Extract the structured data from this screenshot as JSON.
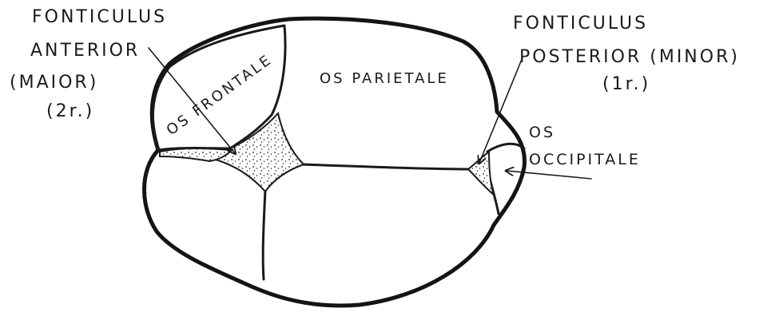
{
  "labels": {
    "anterior_fontanelle": {
      "line1": "FONTICULUS",
      "line2": "ANTERIOR",
      "line3": "(MAIOR)",
      "line4": "(2r.)"
    },
    "posterior_fontanelle": {
      "line1": "FONTICULUS",
      "line2": "POSTERIOR (MINOR)",
      "line3": "(1r.)"
    },
    "occipital": {
      "line1": "OS",
      "line2": "OCCIPITALE"
    },
    "frontal": "OS FRONTALE",
    "parietal": "OS PARIETALE"
  },
  "colors": {
    "ink": "#141414",
    "paper": "#ffffff"
  }
}
